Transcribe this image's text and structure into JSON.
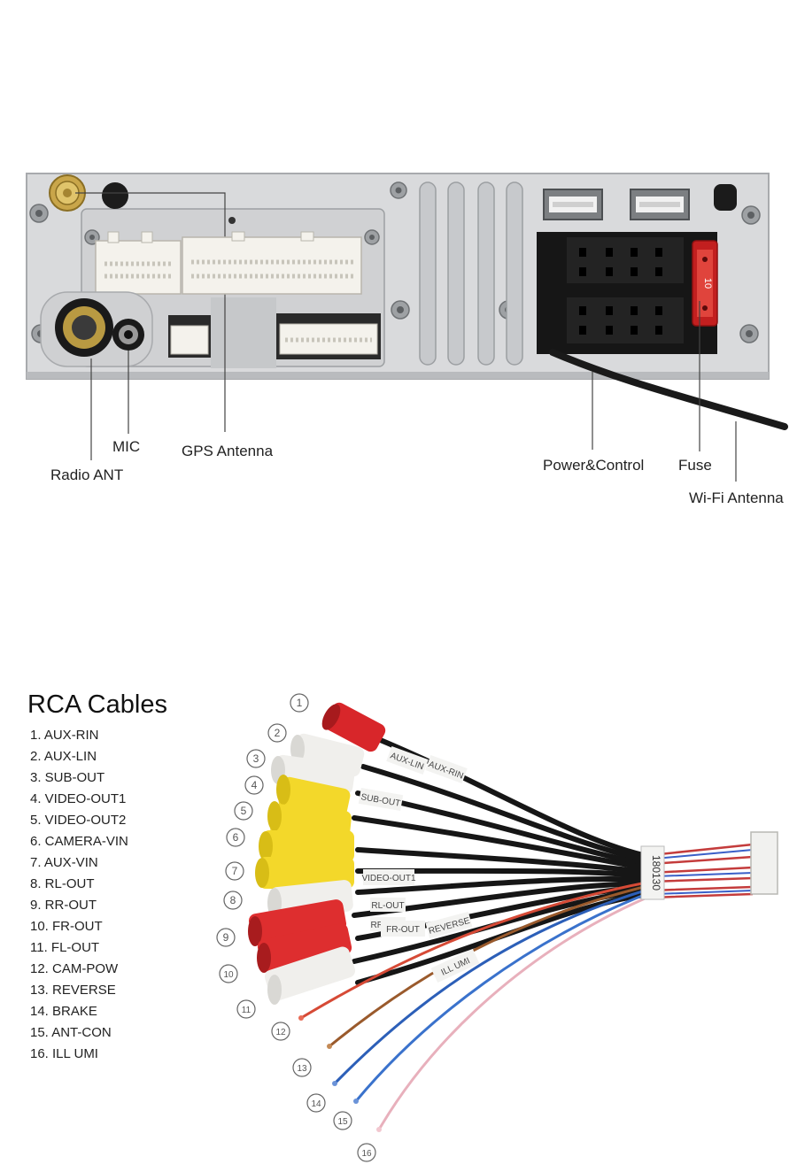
{
  "unit_labels": {
    "radio_ant": "Radio ANT",
    "mic": "MIC",
    "gps": "GPS Antenna",
    "power": "Power&Control",
    "fuse": "Fuse",
    "wifi": "Wi-Fi Antenna"
  },
  "fuse_text": "10",
  "rca": {
    "title": "RCA Cables",
    "items": [
      "1. AUX-RIN",
      "2. AUX-LIN",
      "3. SUB-OUT",
      "4. VIDEO-OUT1",
      "5. VIDEO-OUT2",
      "6. CAMERA-VIN",
      "7. AUX-VIN",
      "8. RL-OUT",
      "9. RR-OUT",
      "10. FR-OUT",
      "11. FL-OUT",
      "12. CAM-POW",
      "13. REVERSE",
      "14. BRAKE",
      "15. ANT-CON",
      "16. ILL UMI"
    ],
    "numbers": [
      "1",
      "2",
      "3",
      "4",
      "5",
      "6",
      "7",
      "8",
      "9",
      "10",
      "11",
      "12",
      "13",
      "14",
      "15",
      "16"
    ]
  },
  "tags": {
    "t1": "AUX-LIN",
    "t2": "AUX-RIN",
    "t3": "SUB-OUT",
    "t4": "VIDEO-OUT1",
    "t5": "RL-OUT",
    "t6": "FR-OUT",
    "t7": "REVERSE",
    "t8": "ILL UMI",
    "t9": "RR-OUT",
    "t10": "180130"
  }
}
